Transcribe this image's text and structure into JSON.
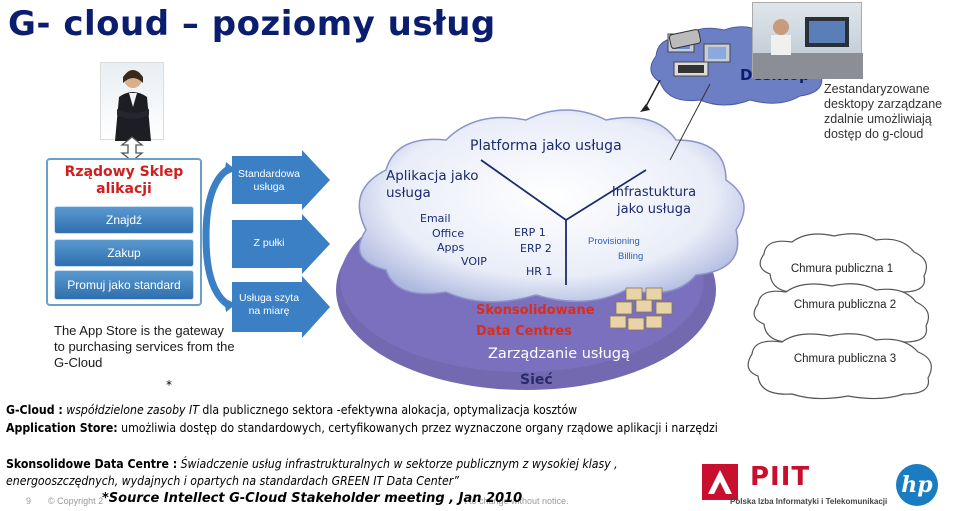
{
  "title": "G- cloud – poziomy usług",
  "store": {
    "title": "Rządowy  Sklep alikacji",
    "buttons": [
      "Znajdź",
      "Zakup",
      "Promuj jako standard"
    ],
    "gateway_text": "The App Store is the gateway to  purchasing services from the G-Cloud",
    "asterisk": "*"
  },
  "arrows": [
    "Standardowa usługa",
    "Z pułki",
    "Usługa szyta na miarę"
  ],
  "cloud": {
    "platform": "Platforma jako usługa",
    "app": "Aplikacja jako usługa",
    "app_items": [
      "Email",
      "Office",
      "Apps",
      "VOIP"
    ],
    "erp_items": [
      "ERP 1",
      "ERP 2",
      "HR 1"
    ],
    "infra": "Infrastuktura jako usługa",
    "infra_items": [
      "Provisioning",
      "Billing"
    ],
    "datacentres": "Skonsolidowane Data Centres",
    "management": "Zarządzanie usługą",
    "network": "Sieć"
  },
  "desktop": {
    "label": "Desktop",
    "note": "Zestandaryzowane desktopy zarządzane zdalnie umożliwiają dostęp do g-cloud"
  },
  "public_clouds": [
    "Chmura publiczna 1",
    "Chmura publiczna 2",
    "Chmura publiczna 3"
  ],
  "definitions": {
    "gcloud_term": "G-Cloud :",
    "gcloud_italic": "współdzielone zasoby IT",
    "gcloud_rest": "dla publicznego sektora -efektywna alokacja, optymalizacja kosztów",
    "appstore_term": "Application Store:",
    "appstore_rest": "umożliwia dostęp do standardowych, certyfikowanych przez wyznaczone organy rządowe  aplikacji i narzędzi",
    "dc_term": "Skonsolidowe Data Centre :",
    "dc_italic": "Świadczenie usług  infrastrukturalnych w sektorze publicznym  z  wysokiej klasy , energooszczędnych, wydajnych i opartych na standardach  GREEN IT Data Center”"
  },
  "footer": {
    "page_number": "9",
    "copyright_left": "© Copyright 2",
    "copyright_right": "t to change without notice.",
    "source": "*Source Intellect G-Cloud Stakeholder meeting , Jan 2010"
  },
  "logos": {
    "piit_name": "PIIT",
    "piit_full": "Polska Izba Informatyki i Telekomunikacji",
    "hp": "hp"
  },
  "colors": {
    "title": "#0b1d6e",
    "store_title": "#d11e1e",
    "arrow": "#3b7fc4",
    "cloud_purple": "#5b4fa3",
    "datacentres": "#d62f1f",
    "piit_red": "#c8102e",
    "hp_blue": "#1a7cc1"
  }
}
